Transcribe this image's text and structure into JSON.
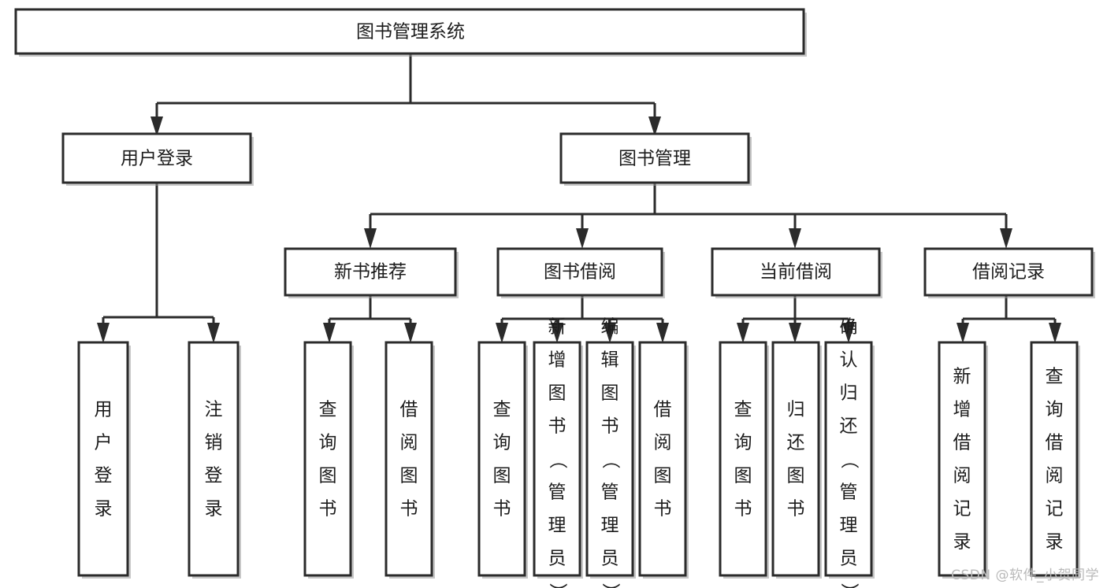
{
  "diagram": {
    "type": "tree-hierarchy-chart",
    "title": "图书管理系统",
    "colors": {
      "box_stroke": "#2b2b2b",
      "box_fill": "#ffffff",
      "edge": "#2b2b2b",
      "text": "#1c1c1c",
      "watermark": "#b9b9b9",
      "background": "#ffffff"
    },
    "levels": {
      "level0": [
        {
          "id": "root",
          "label": "图书管理系统",
          "orientation": "horizontal"
        }
      ],
      "level1": [
        {
          "id": "user-login",
          "label": "用户登录",
          "orientation": "horizontal"
        },
        {
          "id": "book-management",
          "label": "图书管理",
          "orientation": "horizontal"
        }
      ],
      "level2": [
        {
          "id": "new-book-recommend",
          "label": "新书推荐",
          "orientation": "horizontal"
        },
        {
          "id": "book-borrow",
          "label": "图书借阅",
          "orientation": "horizontal"
        },
        {
          "id": "current-borrow",
          "label": "当前借阅",
          "orientation": "horizontal"
        },
        {
          "id": "borrow-record",
          "label": "借阅记录",
          "orientation": "horizontal"
        }
      ],
      "level3": [
        {
          "id": "leaf-user-login",
          "label": "用户登录",
          "parent": "user-login",
          "orientation": "vertical"
        },
        {
          "id": "leaf-logout-login",
          "label": "注销登录",
          "parent": "user-login",
          "orientation": "vertical"
        },
        {
          "id": "leaf-query-book-1",
          "label": "查询图书",
          "parent": "new-book-recommend",
          "orientation": "vertical"
        },
        {
          "id": "leaf-borrow-book-1",
          "label": "借阅图书",
          "parent": "new-book-recommend",
          "orientation": "vertical"
        },
        {
          "id": "leaf-query-book-2",
          "label": "查询图书",
          "parent": "book-borrow",
          "orientation": "vertical"
        },
        {
          "id": "leaf-add-book",
          "label": "新增图书（管理员）",
          "parent": "book-borrow",
          "orientation": "vertical"
        },
        {
          "id": "leaf-edit-book",
          "label": "编辑图书（管理员）",
          "parent": "book-borrow",
          "orientation": "vertical"
        },
        {
          "id": "leaf-borrow-book-2",
          "label": "借阅图书",
          "parent": "book-borrow",
          "orientation": "vertical"
        },
        {
          "id": "leaf-query-book-3",
          "label": "查询图书",
          "parent": "current-borrow",
          "orientation": "vertical"
        },
        {
          "id": "leaf-return-book",
          "label": "归还图书",
          "parent": "current-borrow",
          "orientation": "vertical"
        },
        {
          "id": "leaf-confirm-return",
          "label": "确认归还（管理员）",
          "parent": "current-borrow",
          "orientation": "vertical"
        },
        {
          "id": "leaf-add-record",
          "label": "新增借阅记录",
          "parent": "borrow-record",
          "orientation": "vertical"
        },
        {
          "id": "leaf-query-record",
          "label": "查询借阅记录",
          "parent": "borrow-record",
          "orientation": "vertical"
        }
      ]
    },
    "edges": [
      {
        "from": "root",
        "to": "user-login"
      },
      {
        "from": "root",
        "to": "book-management"
      },
      {
        "from": "user-login",
        "to": "leaf-user-login"
      },
      {
        "from": "user-login",
        "to": "leaf-logout-login"
      },
      {
        "from": "book-management",
        "to": "new-book-recommend"
      },
      {
        "from": "book-management",
        "to": "book-borrow"
      },
      {
        "from": "book-management",
        "to": "current-borrow"
      },
      {
        "from": "book-management",
        "to": "borrow-record"
      },
      {
        "from": "new-book-recommend",
        "to": "leaf-query-book-1"
      },
      {
        "from": "new-book-recommend",
        "to": "leaf-borrow-book-1"
      },
      {
        "from": "book-borrow",
        "to": "leaf-query-book-2"
      },
      {
        "from": "book-borrow",
        "to": "leaf-add-book"
      },
      {
        "from": "book-borrow",
        "to": "leaf-edit-book"
      },
      {
        "from": "book-borrow",
        "to": "leaf-borrow-book-2"
      },
      {
        "from": "current-borrow",
        "to": "leaf-query-book-3"
      },
      {
        "from": "current-borrow",
        "to": "leaf-return-book"
      },
      {
        "from": "current-borrow",
        "to": "leaf-confirm-return"
      },
      {
        "from": "borrow-record",
        "to": "leaf-add-record"
      },
      {
        "from": "borrow-record",
        "to": "leaf-query-record"
      }
    ]
  },
  "watermark": {
    "text": "CSDN @软件_小贺同学"
  }
}
